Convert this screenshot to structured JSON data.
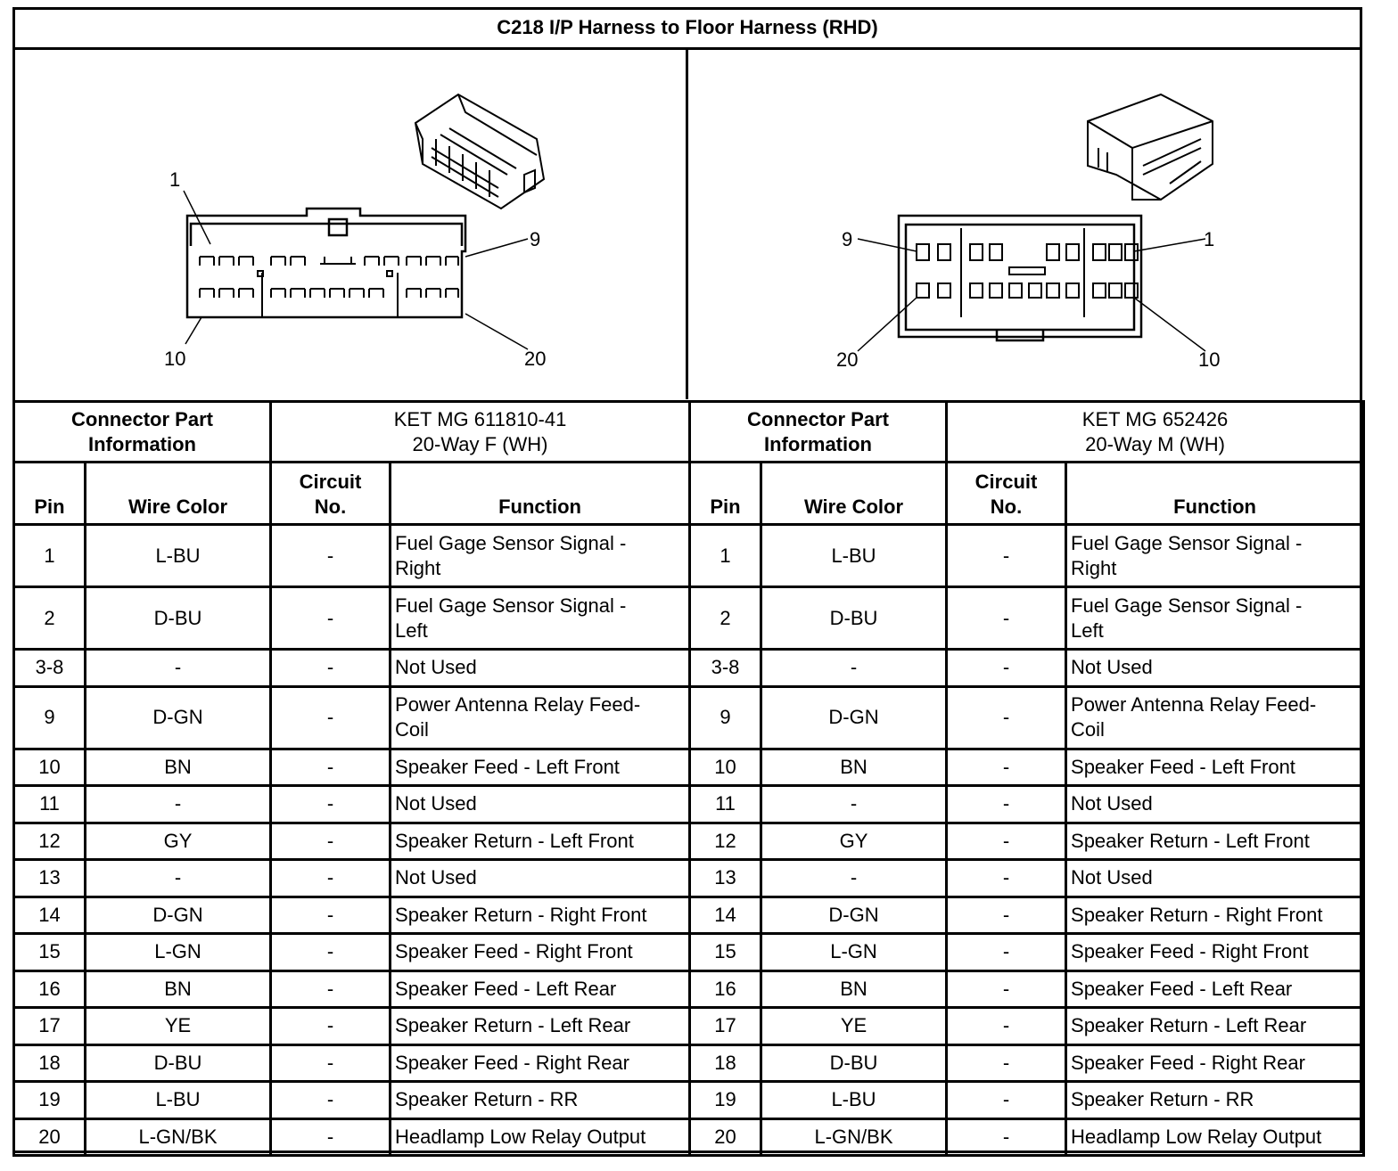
{
  "title": "C218 I/P Harness to Floor Harness (RHD)",
  "left": {
    "callouts": {
      "pin_a": "1",
      "pin_b": "9",
      "pin_c": "10",
      "pin_d": "20"
    },
    "part_label": "Connector Part Information",
    "part_info_line1": "KET MG 611810-41",
    "part_info_line2": "20-Way F (WH)"
  },
  "right": {
    "callouts": {
      "pin_a": "9",
      "pin_b": "1",
      "pin_c": "20",
      "pin_d": "10"
    },
    "part_label": "Connector Part Information",
    "part_info_line1": "KET MG 652426",
    "part_info_line2": "20-Way M (WH)"
  },
  "headers": {
    "pin": "Pin",
    "wire_color": "Wire Color",
    "circuit_line1": "Circuit",
    "circuit_line2": "No.",
    "function": "Function"
  },
  "rows": [
    {
      "pin": "1",
      "color": "L-BU",
      "circuit": "-",
      "func1": "Fuel Gage Sensor Signal -",
      "func2": "Right"
    },
    {
      "pin": "2",
      "color": "D-BU",
      "circuit": "-",
      "func1": "Fuel Gage Sensor Signal -",
      "func2": "Left"
    },
    {
      "pin": "3-8",
      "color": "-",
      "circuit": "-",
      "func1": "Not Used",
      "func2": ""
    },
    {
      "pin": "9",
      "color": "D-GN",
      "circuit": "-",
      "func1": "Power Antenna Relay Feed-",
      "func2": "Coil"
    },
    {
      "pin": "10",
      "color": "BN",
      "circuit": "-",
      "func1": "Speaker Feed - Left Front",
      "func2": ""
    },
    {
      "pin": "11",
      "color": "-",
      "circuit": "-",
      "func1": "Not Used",
      "func2": ""
    },
    {
      "pin": "12",
      "color": "GY",
      "circuit": "-",
      "func1": "Speaker Return - Left Front",
      "func2": ""
    },
    {
      "pin": "13",
      "color": "-",
      "circuit": "-",
      "func1": "Not Used",
      "func2": ""
    },
    {
      "pin": "14",
      "color": "D-GN",
      "circuit": "-",
      "func1": "Speaker Return - Right Front",
      "func2": ""
    },
    {
      "pin": "15",
      "color": "L-GN",
      "circuit": "-",
      "func1": "Speaker Feed - Right Front",
      "func2": ""
    },
    {
      "pin": "16",
      "color": "BN",
      "circuit": "-",
      "func1": "Speaker Feed - Left Rear",
      "func2": ""
    },
    {
      "pin": "17",
      "color": "YE",
      "circuit": "-",
      "func1": "Speaker Return - Left Rear",
      "func2": ""
    },
    {
      "pin": "18",
      "color": "D-BU",
      "circuit": "-",
      "func1": "Speaker Feed - Right Rear",
      "func2": ""
    },
    {
      "pin": "19",
      "color": "L-BU",
      "circuit": "-",
      "func1": "Speaker Return - RR",
      "func2": ""
    },
    {
      "pin": "20",
      "color": "L-GN/BK",
      "circuit": "-",
      "func1": "Headlamp Low Relay Output",
      "func2": ""
    }
  ]
}
